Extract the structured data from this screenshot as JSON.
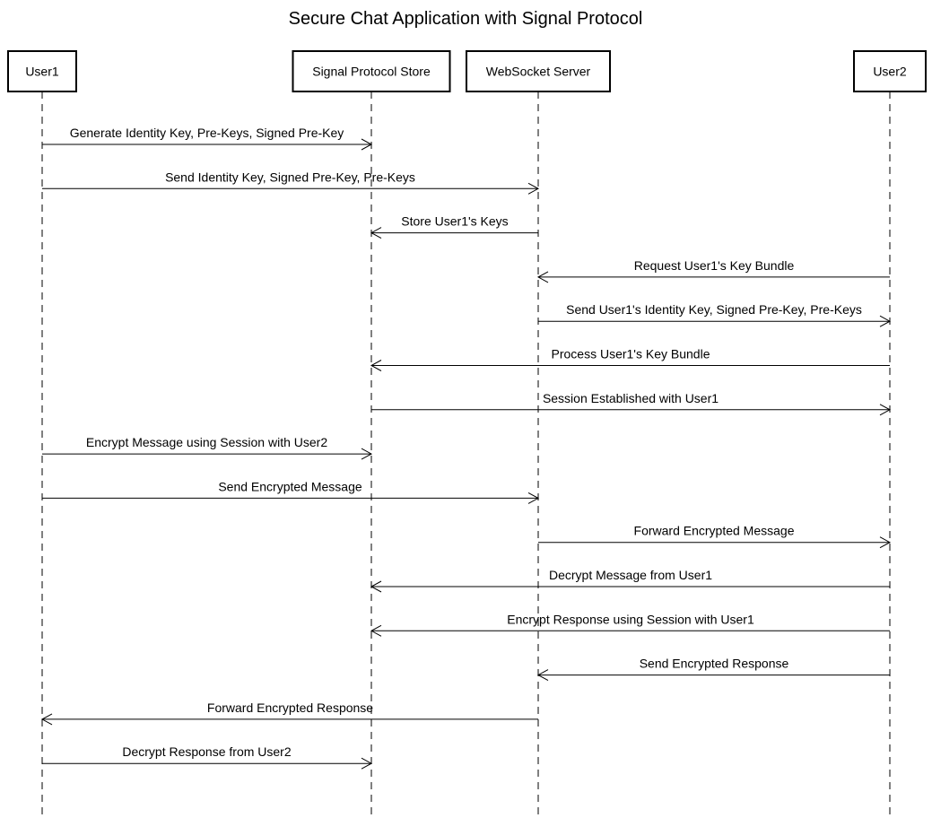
{
  "diagram": {
    "title": "Secure Chat Application with Signal Protocol",
    "participants": [
      {
        "id": "user1",
        "label": "User1"
      },
      {
        "id": "store",
        "label": "Signal Protocol Store"
      },
      {
        "id": "server",
        "label": "WebSocket Server"
      },
      {
        "id": "user2",
        "label": "User2"
      }
    ],
    "messages": [
      {
        "from": "user1",
        "to": "store",
        "label": "Generate Identity Key, Pre-Keys, Signed Pre-Key"
      },
      {
        "from": "user1",
        "to": "server",
        "label": "Send Identity Key, Signed Pre-Key, Pre-Keys"
      },
      {
        "from": "server",
        "to": "store",
        "label": "Store User1's Keys"
      },
      {
        "from": "user2",
        "to": "server",
        "label": "Request User1's Key Bundle"
      },
      {
        "from": "server",
        "to": "user2",
        "label": "Send User1's Identity Key, Signed Pre-Key, Pre-Keys"
      },
      {
        "from": "user2",
        "to": "store",
        "label": "Process User1's Key Bundle"
      },
      {
        "from": "store",
        "to": "user2",
        "label": "Session Established with User1"
      },
      {
        "from": "user1",
        "to": "store",
        "label": "Encrypt Message using Session with User2"
      },
      {
        "from": "user1",
        "to": "server",
        "label": "Send Encrypted Message"
      },
      {
        "from": "server",
        "to": "user2",
        "label": "Forward Encrypted Message"
      },
      {
        "from": "user2",
        "to": "store",
        "label": "Decrypt Message from User1"
      },
      {
        "from": "user2",
        "to": "store",
        "label": "Encrypt Response using Session with User1"
      },
      {
        "from": "user2",
        "to": "server",
        "label": "Send Encrypted Response"
      },
      {
        "from": "server",
        "to": "user1",
        "label": "Forward Encrypted Response"
      },
      {
        "from": "user1",
        "to": "store",
        "label": "Decrypt Response from User2"
      }
    ]
  }
}
